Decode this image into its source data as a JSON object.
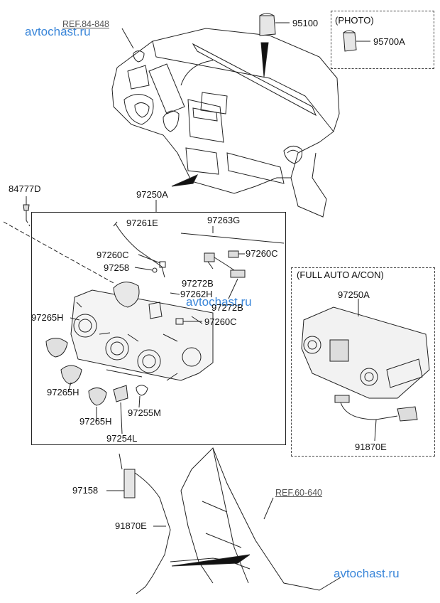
{
  "watermarks": {
    "top": "avtochast.ru",
    "middle": "avtochast.ru",
    "bottom": "avtochast.ru"
  },
  "refs": {
    "dash": "REF.84-848",
    "cowl": "REF.60-640"
  },
  "photo_box": {
    "title": "(PHOTO)",
    "part": "95700A"
  },
  "full_auto_box": {
    "title": "(FULL AUTO A/CON)",
    "assembly": "97250A",
    "harness": "91870E"
  },
  "parts": {
    "p95100": "95100",
    "p84777D": "84777D",
    "p97250A": "97250A",
    "p97261E": "97261E",
    "p97263G": "97263G",
    "p97260C_a": "97260C",
    "p97260C_b": "97260C",
    "p97260C_c": "97260C",
    "p97258": "97258",
    "p97272B_a": "97272B",
    "p97272B_b": "97272B",
    "p97262H": "97262H",
    "p97265H_a": "97265H",
    "p97265H_b": "97265H",
    "p97265H_c": "97265H",
    "p97255M": "97255M",
    "p97254L": "97254L",
    "p97158": "97158",
    "p91870E": "91870E"
  },
  "colors": {
    "line": "#222222",
    "watermark": "#3a86d9",
    "ref": "#555555"
  }
}
